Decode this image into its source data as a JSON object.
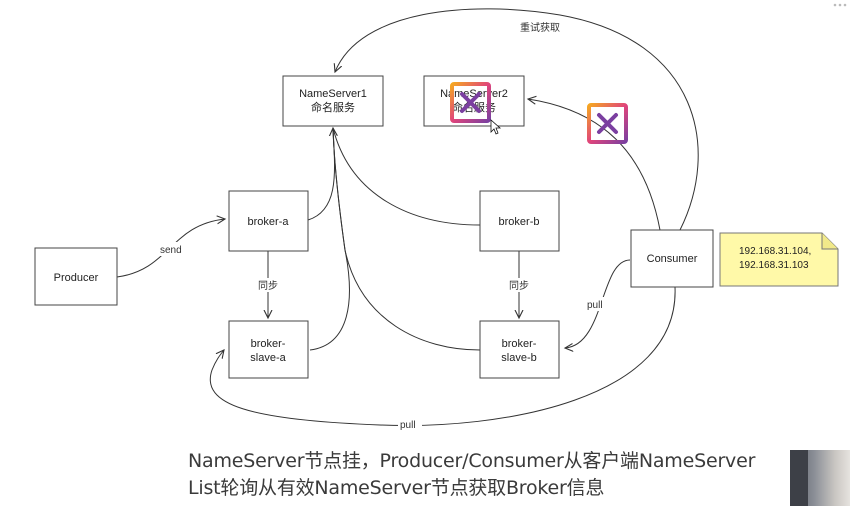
{
  "nodes": {
    "nameserver1": {
      "line1": "NameServer1",
      "line2": "命名服务"
    },
    "nameserver2": {
      "line1": "NameServer2",
      "line2": "命名服务"
    },
    "broker_a": {
      "label": "broker-a"
    },
    "broker_b": {
      "label": "broker-b"
    },
    "broker_slave_a": {
      "line1": "broker-",
      "line2": "slave-a"
    },
    "broker_slave_b": {
      "line1": "broker-",
      "line2": "slave-b"
    },
    "producer": {
      "label": "Producer"
    },
    "consumer": {
      "label": "Consumer"
    }
  },
  "edge_labels": {
    "retry": "重试获取",
    "send": "send",
    "sync_a": "同步",
    "sync_b": "同步",
    "pull_consumer": "pull",
    "pull_bottom": "pull"
  },
  "note": {
    "line1": "192.168.31.104,",
    "line2": "192.168.31.103"
  },
  "caption": {
    "line1": "NameServer节点挂，Producer/Consumer从客户端NameServer",
    "line2": "List轮询从有效NameServer节点获取Broker信息"
  },
  "colors": {
    "node_border": "#444444",
    "note_fill": "#fff9a8",
    "fail_mark_gradient": [
      "#f5a623",
      "#e0457b",
      "#7b3fa0"
    ]
  },
  "icons": {
    "failure_marks": [
      "failed-x-icon",
      "failed-x-icon"
    ],
    "cursor": "mouse-cursor-icon"
  }
}
